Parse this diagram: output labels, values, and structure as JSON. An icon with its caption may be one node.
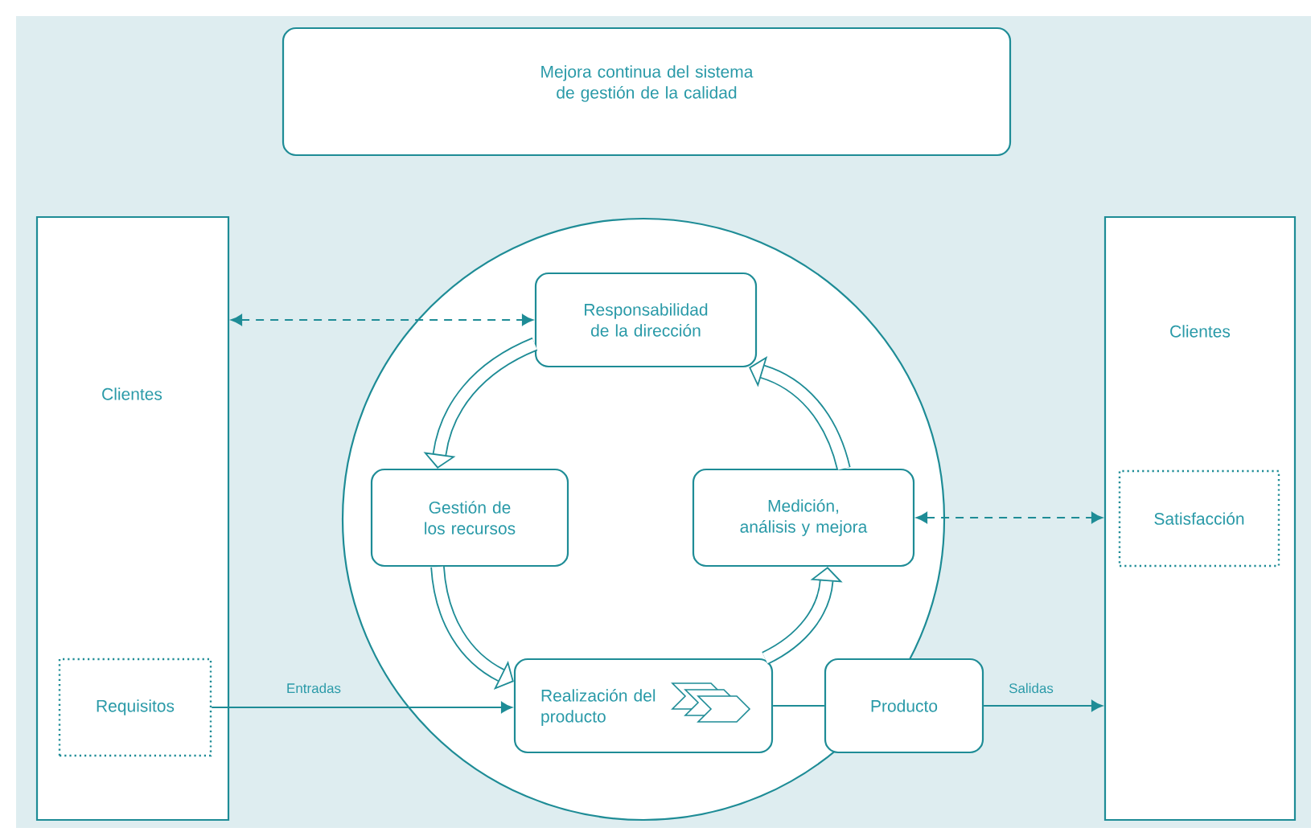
{
  "diagram": {
    "nodes": [
      {
        "text": [
          "Mejora continua del sistema de gestión de la calidad"
        ]
      },
      {
        "text": [
          "Clientes"
        ]
      },
      {
        "text": [
          "Requisitos"
        ],
        "in": 1
      },
      {
        "text": [],
        "shape": "circle"
      },
      {
        "text": [
          "Responsabilidad de la dirección"
        ],
        "in": 3
      },
      {
        "text": [
          "Gestión de los recursos"
        ],
        "in": 3
      },
      {
        "text": [
          "Medición, análisis y mejora"
        ],
        "in": 3
      },
      {
        "text": [
          "Realización del producto"
        ],
        "in": 3
      },
      {
        "text": [
          "Producto"
        ]
      },
      {
        "text": [
          "Clientes"
        ]
      },
      {
        "text": [
          "Satisfacción"
        ],
        "in": 9
      }
    ],
    "edges": [
      {
        "from": 1,
        "to": 4,
        "arrow": "both",
        "style": "dashed"
      },
      {
        "from": 6,
        "to": 9,
        "arrow": "both",
        "style": "dashed"
      },
      {
        "from": 2,
        "to": 7,
        "arrow": "to",
        "label": "Entradas"
      },
      {
        "from": 7,
        "to": 8,
        "arrow": "none"
      },
      {
        "from": 8,
        "to": 9,
        "arrow": "to",
        "label": "Salidas"
      },
      {
        "from": 4,
        "to": 5,
        "arrow": "to",
        "style": "thick"
      },
      {
        "from": 5,
        "to": 7,
        "arrow": "to",
        "style": "thick"
      },
      {
        "from": 7,
        "to": 6,
        "arrow": "to",
        "style": "thick"
      },
      {
        "from": 6,
        "to": 4,
        "arrow": "to",
        "style": "thick"
      }
    ]
  }
}
